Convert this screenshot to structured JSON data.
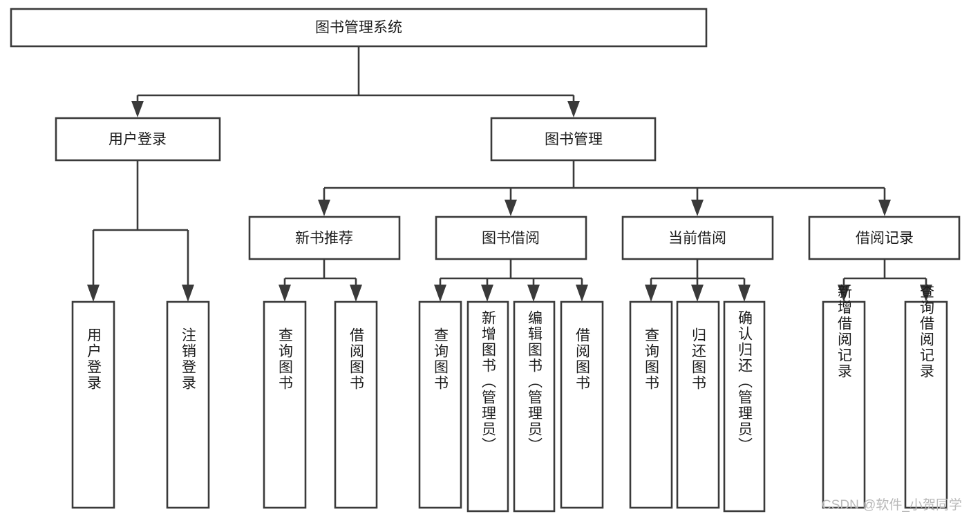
{
  "diagram": {
    "type": "hierarchy-tree",
    "title": "图书管理系统",
    "orientation": "top-down",
    "levels": 4,
    "colors": {
      "box_fill": "#ffffff",
      "box_stroke": "#3a3a3a",
      "text": "#1c1c1c",
      "watermark": "#b9b9b9",
      "background": "#ffffff"
    }
  },
  "root": {
    "label": "图书管理系统"
  },
  "level2": [
    {
      "label": "用户登录"
    },
    {
      "label": "图书管理"
    }
  ],
  "level3": [
    {
      "label": "新书推荐"
    },
    {
      "label": "图书借阅"
    },
    {
      "label": "当前借阅"
    },
    {
      "label": "借阅记录"
    }
  ],
  "leaves": {
    "user_login": [
      {
        "label": "用户登录"
      },
      {
        "label": "注销登录"
      }
    ],
    "new_book_recommend": [
      {
        "label": "查询图书"
      },
      {
        "label": "借阅图书"
      }
    ],
    "book_borrow": [
      {
        "label": "查询图书"
      },
      {
        "label": "新增图书（管理员）"
      },
      {
        "label": "编辑图书（管理员）"
      },
      {
        "label": "借阅图书"
      }
    ],
    "current_borrow": [
      {
        "label": "查询图书"
      },
      {
        "label": "归还图书"
      },
      {
        "label": "确认归还（管理员）"
      }
    ],
    "borrow_record": [
      {
        "label": "新增借阅记录"
      },
      {
        "label": "查询借阅记录"
      }
    ]
  },
  "watermark": {
    "text": "CSDN @软件_小贺同学"
  }
}
